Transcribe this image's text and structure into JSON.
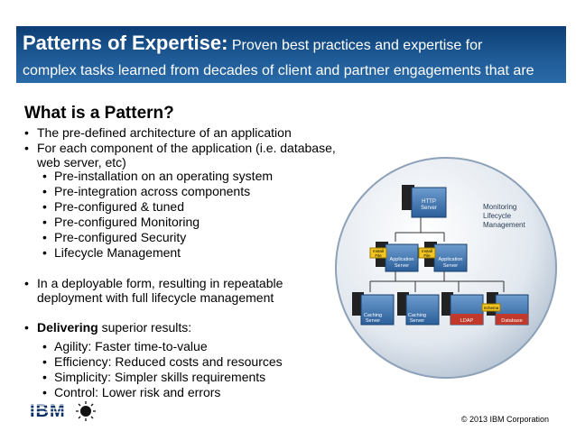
{
  "banner": {
    "title_bold": "Patterns of Expertise:",
    "title_rest": " Proven best practices and expertise for",
    "line2": "complex tasks learned from decades of client and partner engagements that are"
  },
  "heading": "What is a Pattern?",
  "bullets": {
    "b1": "The pre-defined architecture of an application",
    "b2_l1": "For each component of the application (i.e. database,",
    "b2_l2": "web server, etc)",
    "sub1": [
      "Pre-installation on an operating system",
      "Pre-integration across components",
      "Pre-configured & tuned",
      "Pre-configured Monitoring",
      "Pre-configured Security",
      "Lifecycle Management"
    ],
    "b3_l1": "In a deployable form, resulting in repeatable",
    "b3_l2": "deployment with full lifecycle management",
    "b4_bold": "Delivering",
    "b4_rest": " superior results:",
    "sub2": [
      "Agility: Faster time-to-value",
      "Efficiency: Reduced costs and resources",
      "Simplicity: Simpler skills requirements",
      "Control: Lower risk and errors"
    ]
  },
  "diagram": {
    "http": [
      "HTTP",
      "Server"
    ],
    "app": [
      "Application",
      "Server"
    ],
    "cache": [
      "Caching",
      "Server"
    ],
    "ldap": "LDAP",
    "db": "Database",
    "side": [
      "Monitoring",
      "Lifecycle",
      "Management"
    ],
    "install_tag": [
      "Install",
      "File"
    ],
    "schema_tag": "Schema"
  },
  "footer": "© 2013 IBM Corporation",
  "logo": "IBM",
  "colors": {
    "banner": "#1e5a96",
    "accent": "#2a6aa8"
  }
}
